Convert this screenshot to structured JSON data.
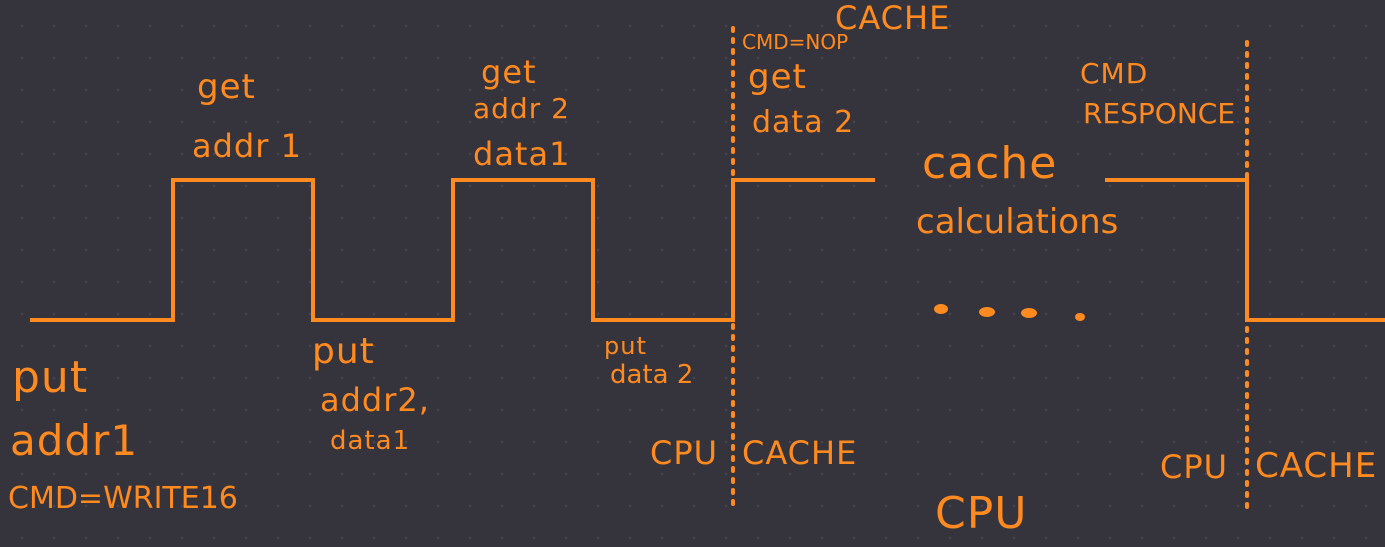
{
  "colors": {
    "background": "#35343d",
    "accent": "#ff8a1f",
    "grid_dot": "#46454f"
  },
  "labels": {
    "cache_top": "CACHE",
    "cmd_nop": "CMD=NOP",
    "get_addr1_a": "get",
    "get_addr1_b": "addr 1",
    "get_addr2_a": "get",
    "get_addr2_b": "addr 2",
    "get_addr2_c": "data1",
    "get_data2_a": "get",
    "get_data2_b": "data 2",
    "cmd_resp_a": "CMD",
    "cmd_resp_b": "RESPONCE",
    "cache_calc_a": "cache",
    "cache_calc_b": "calculations",
    "put_addr1_a": "put",
    "put_addr1_b": "addr1",
    "cmd_write": "CMD=WRITE16",
    "put_addr2_a": "put",
    "put_addr2_b": "addr2,",
    "put_addr2_c": "data1",
    "put_data2_a": "put",
    "put_data2_b": "data 2",
    "cpu_1": "CPU",
    "cache_1": "CACHE",
    "cpu_2": "CPU",
    "cache_2": "CACHE",
    "cpu_bottom": "CPU"
  }
}
